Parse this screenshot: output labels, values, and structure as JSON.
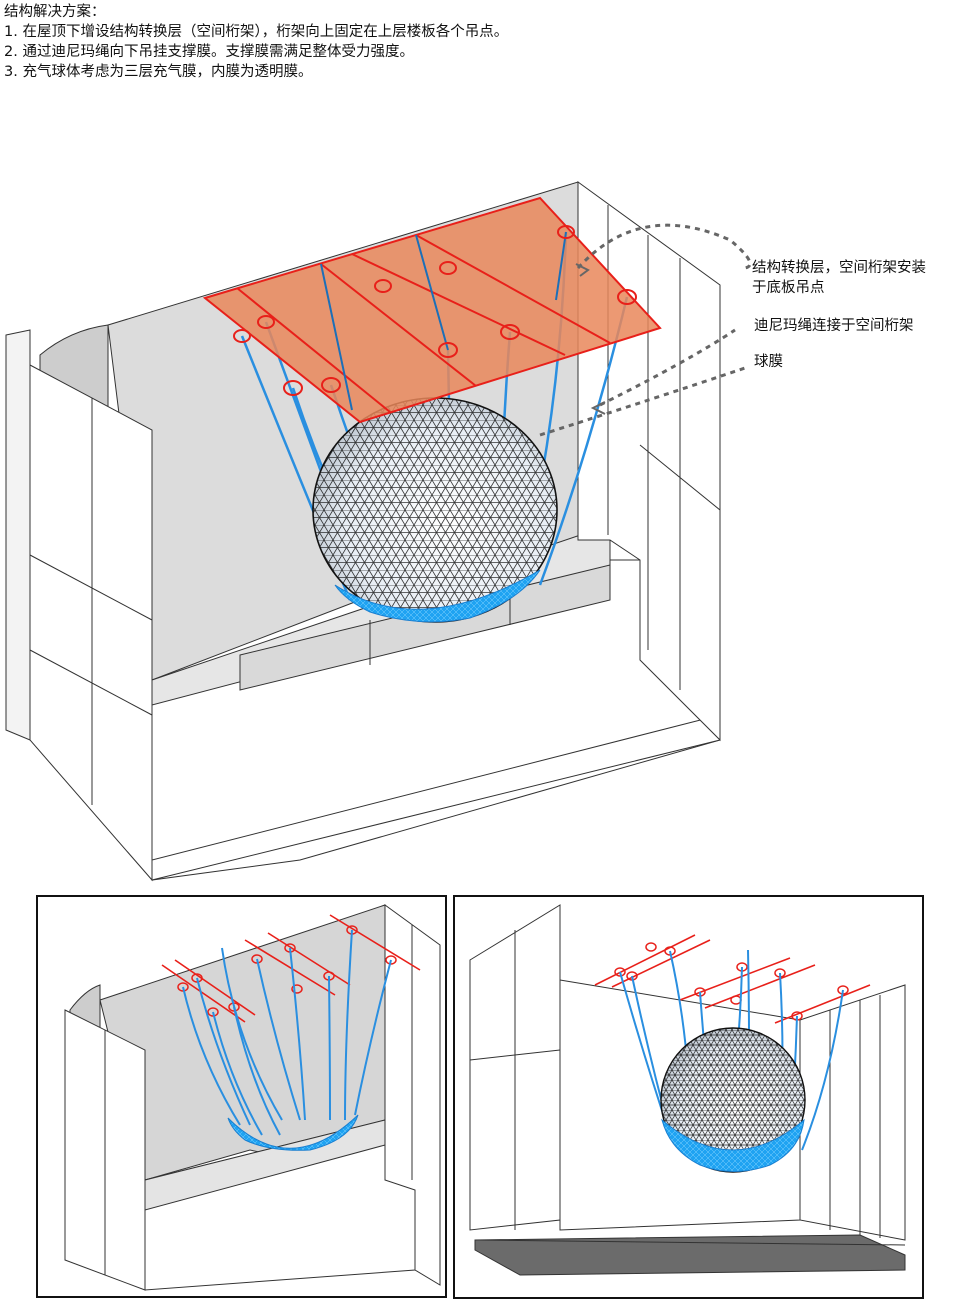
{
  "notes": {
    "title": "结构解决方案：",
    "line1": "1. 在屋顶下增设结构转换层（空间桁架），桁架向上固定在上层楼板各个吊点。",
    "line2": "2. 通过迪尼玛绳向下吊挂支撑膜。支撑膜需满足整体受力强度。",
    "line3": "3. 充气球体考虑为三层充气膜，内膜为透明膜。"
  },
  "callouts": {
    "truss_line1": "结构转换层，空间桁架安装",
    "truss_line2": "于底板吊点",
    "rope": "迪尼玛绳连接于空间桁架",
    "sphere": "球膜"
  },
  "colors": {
    "truss_fill": "#e9875a",
    "truss_edge": "#e8201a",
    "rope": "#2a8fe0",
    "support_membrane": "#1fa3f2",
    "wall": "#e6e6e6",
    "wall_dark": "#cfcfcf",
    "mesh": "#111111",
    "leader": "#666666"
  }
}
